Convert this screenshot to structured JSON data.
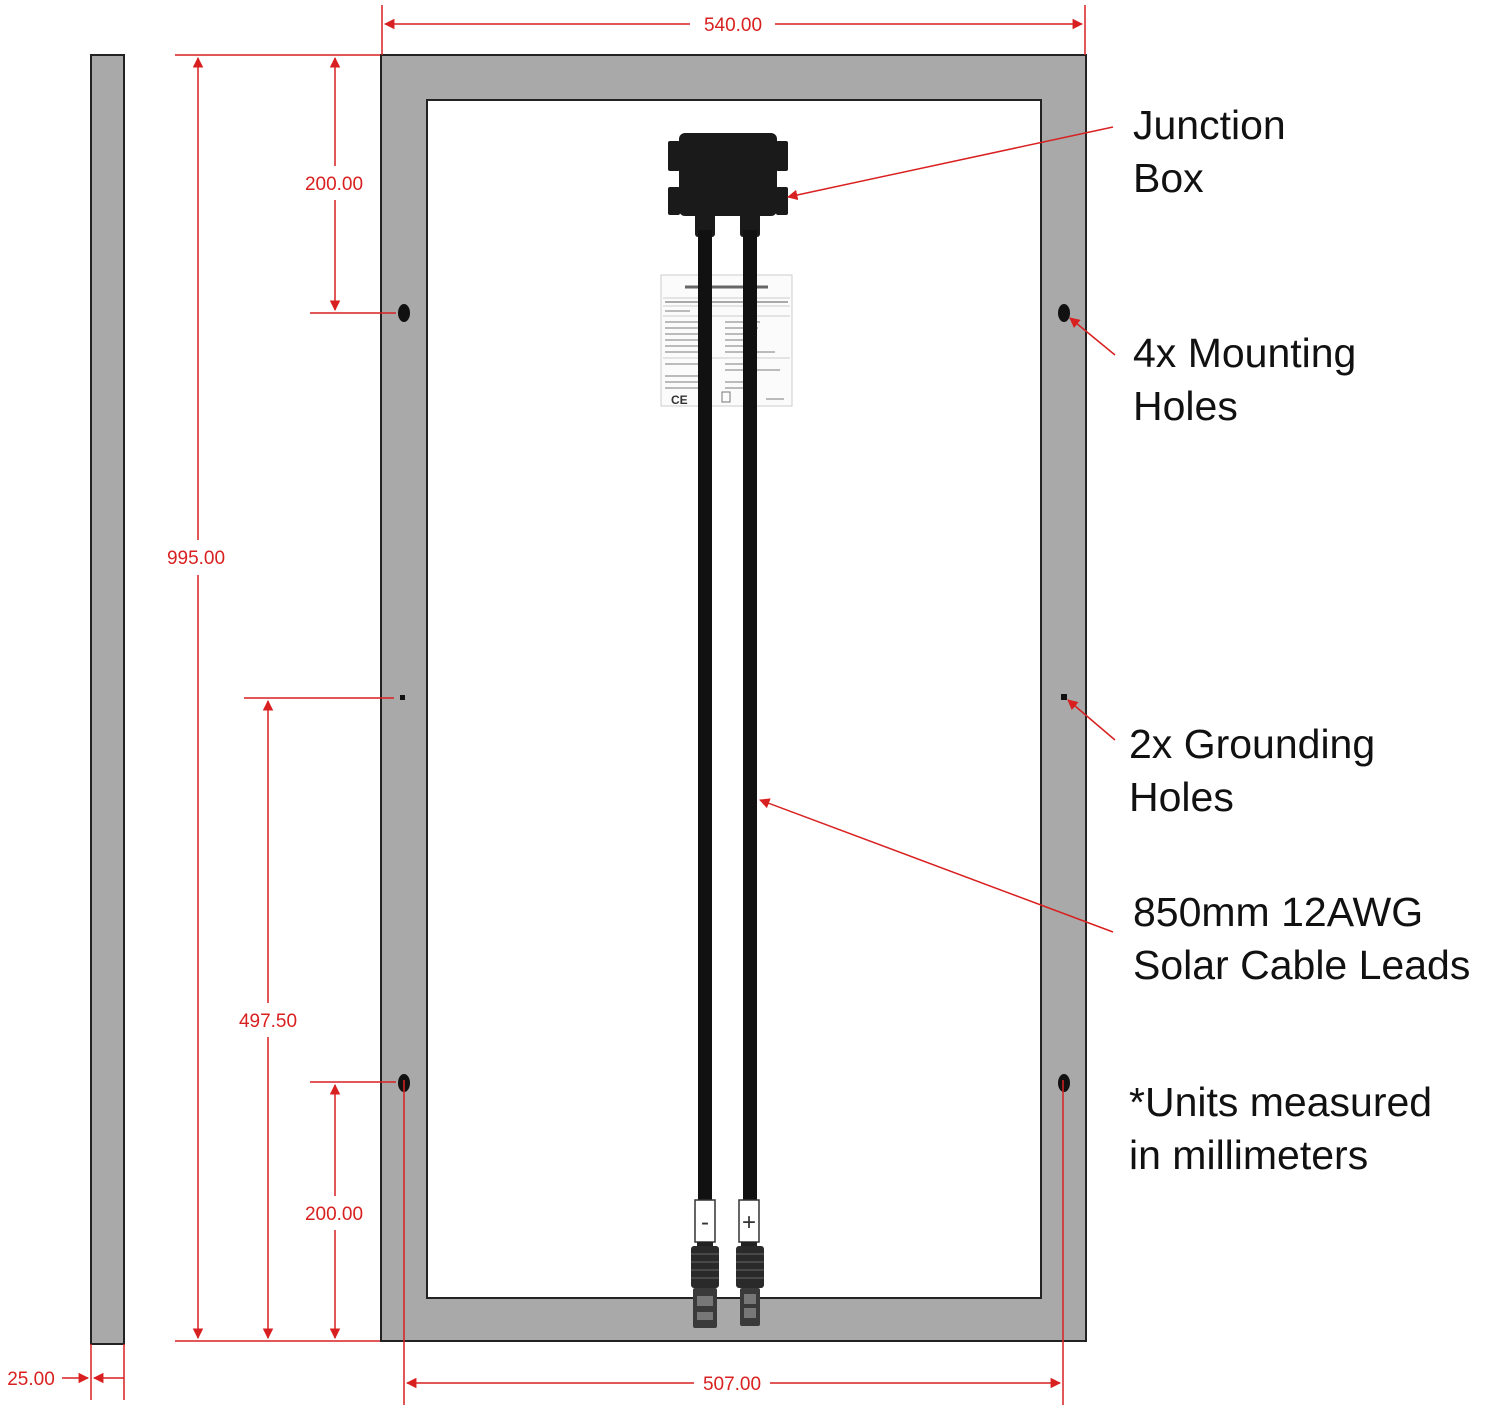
{
  "colors": {
    "dimension": "#d92020",
    "frame": "#a9a9a9",
    "outline": "#222222",
    "cable": "#111111",
    "panel": "#ffffff"
  },
  "dimensions": {
    "width_top": "540.00",
    "top_hole_offset": "200.00",
    "overall_height": "995.00",
    "ground_hole_height": "497.50",
    "bottom_hole_offset": "200.00",
    "frame_depth": "25.00",
    "hole_spacing": "507.00"
  },
  "callouts": {
    "junction_box": [
      "Junction",
      "Box"
    ],
    "mounting_holes": [
      "4x Mounting",
      "Holes"
    ],
    "grounding_holes": [
      "2x Grounding",
      "Holes"
    ],
    "cable_leads": [
      "850mm 12AWG",
      "Solar Cable Leads"
    ],
    "units_note": [
      "*Units measured",
      "in millimeters"
    ]
  },
  "connector_labels": {
    "negative": "-",
    "positive": "+"
  },
  "spec_label": {
    "ce_mark": "CE"
  }
}
